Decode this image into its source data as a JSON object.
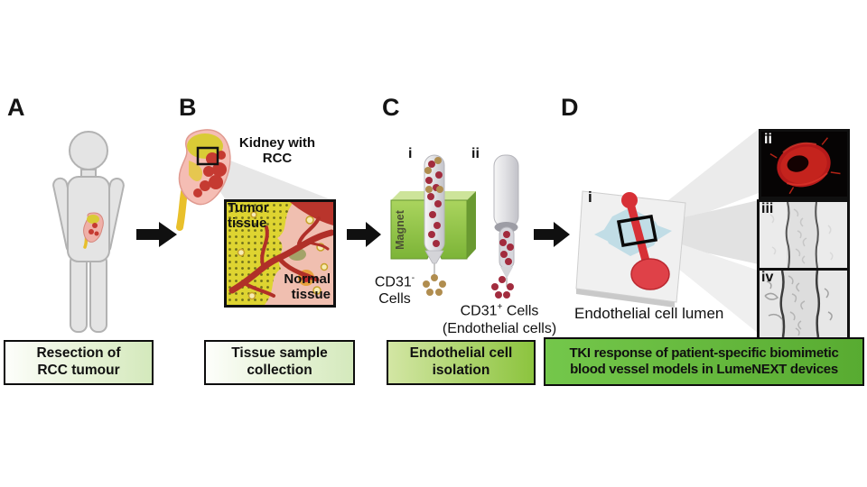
{
  "panel_a": {
    "label": "A",
    "caption_line1": "Resection of",
    "caption_line2": "RCC tumour"
  },
  "panel_b": {
    "label": "B",
    "kidney_title_line1": "Kidney with",
    "kidney_title_line2": "RCC",
    "tumor_line1": "Tumor",
    "tumor_line2": "tissue",
    "normal_line1": "Normal",
    "normal_line2": "tissue",
    "caption_line1": "Tissue sample",
    "caption_line2": "collection"
  },
  "panel_c": {
    "label": "C",
    "item_i": "i",
    "item_ii": "ii",
    "magnet_label": "Magnet",
    "cd31_negative": {
      "base": "CD31",
      "superscript": "-",
      "word": "Cells"
    },
    "cd31_positive": {
      "base": "CD31",
      "superscript": "+",
      "word": "Cells",
      "parenthetical": "(Endothelial cells)"
    },
    "caption_line1": "Endothelial cell",
    "caption_line2": "isolation"
  },
  "panel_d": {
    "label": "D",
    "item_i": "i",
    "inset_ii_label": "ii",
    "inset_iii_label": "iii",
    "inset_iv_label": "iv",
    "device_caption": "Endothelial cell lumen",
    "caption_line1": "TKI response of patient-specific biomimetic",
    "caption_line2": "blood vessel models in LumeNEXT devices"
  },
  "colors": {
    "caption_pale_green": "#d4e9bc",
    "caption_mid_green": "#8cc43e",
    "caption_bright_green": "#63bc3a",
    "cell_red": "#a22c3e",
    "cell_tan": "#b08d4f",
    "magnet_green": "#8fc046",
    "lumen_red": "#d73036"
  }
}
